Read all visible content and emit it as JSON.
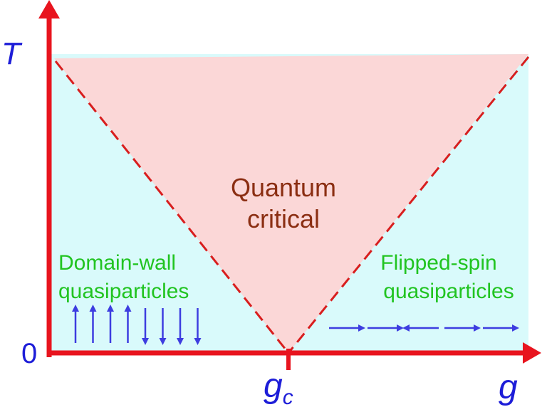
{
  "axes": {
    "y_label": "T",
    "x_label": "g",
    "origin_label": "0",
    "critical_point_label": "g",
    "critical_point_subscript": "c"
  },
  "regions": {
    "critical": {
      "line1": "Quantum",
      "line2": "critical"
    },
    "left": {
      "line1": "Domain-wall",
      "line2": "quasiparticles"
    },
    "right": {
      "line1": "Flipped-spin",
      "line2": "quasiparticles"
    }
  },
  "spins": {
    "left_arrows": [
      "up",
      "up",
      "up",
      "up",
      "down",
      "down",
      "down",
      "down"
    ],
    "right_arrows": [
      "right",
      "right",
      "left",
      "right",
      "right"
    ]
  },
  "colors": {
    "axis": "#e8141e",
    "critical_fill": "#fbd7d7",
    "ordered_fill": "#d9fafb",
    "dashed_line": "#d81e1e",
    "axis_label": "#1d1dd8",
    "critical_text": "#8b2e12",
    "region_text": "#21c421",
    "spin_arrow": "#3d3de0"
  }
}
